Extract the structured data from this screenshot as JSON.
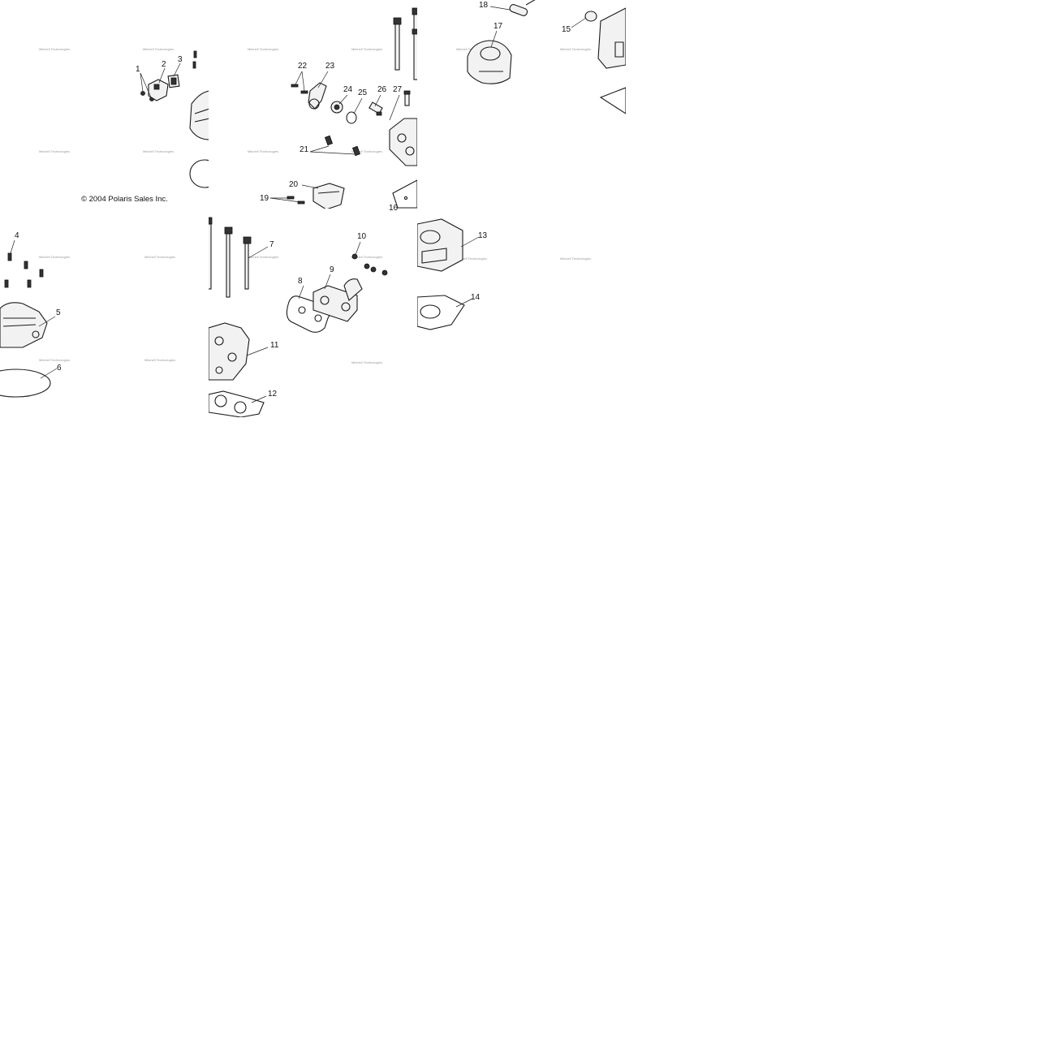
{
  "copyright": "© 2004 Polaris Sales Inc.",
  "watermark": "Mitchell Technologies",
  "callouts": [
    {
      "id": "1",
      "label": "1"
    },
    {
      "id": "2",
      "label": "2"
    },
    {
      "id": "3",
      "label": "3"
    },
    {
      "id": "4",
      "label": "4"
    },
    {
      "id": "5",
      "label": "5"
    },
    {
      "id": "6",
      "label": "6"
    },
    {
      "id": "7",
      "label": "7"
    },
    {
      "id": "8",
      "label": "8"
    },
    {
      "id": "9",
      "label": "9"
    },
    {
      "id": "10",
      "label": "10"
    },
    {
      "id": "11",
      "label": "11"
    },
    {
      "id": "12",
      "label": "12"
    },
    {
      "id": "13",
      "label": "13"
    },
    {
      "id": "14",
      "label": "14"
    },
    {
      "id": "15",
      "label": "15"
    },
    {
      "id": "16",
      "label": "16"
    },
    {
      "id": "17",
      "label": "17"
    },
    {
      "id": "18",
      "label": "18"
    },
    {
      "id": "19",
      "label": "19"
    },
    {
      "id": "20",
      "label": "20"
    },
    {
      "id": "21",
      "label": "21"
    },
    {
      "id": "22",
      "label": "22"
    },
    {
      "id": "23",
      "label": "23"
    },
    {
      "id": "24",
      "label": "24"
    },
    {
      "id": "25",
      "label": "25"
    },
    {
      "id": "26",
      "label": "26"
    },
    {
      "id": "27",
      "label": "27"
    }
  ]
}
